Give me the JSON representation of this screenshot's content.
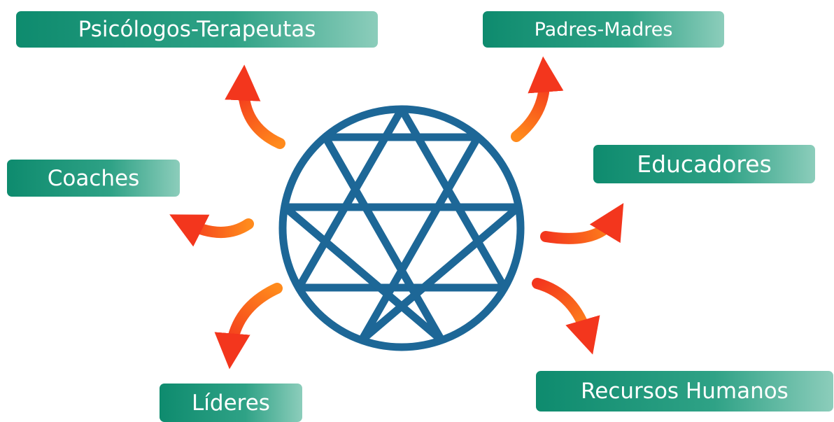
{
  "diagram": {
    "labels": {
      "psicologos": "Psicólogos-Terapeutas",
      "padres": "Padres-Madres",
      "coaches": "Coaches",
      "educadores": "Educadores",
      "lideres": "Líderes",
      "recursos": "Recursos Humanos"
    },
    "colors": {
      "label_gradient_start": "#0e8b6e",
      "label_gradient_end": "#8ccdbb",
      "enneagram": "#1d6797",
      "arrow_orange": "#ff8a1c",
      "arrow_red": "#f3361d"
    },
    "center_icon": "enneagram-icon"
  }
}
